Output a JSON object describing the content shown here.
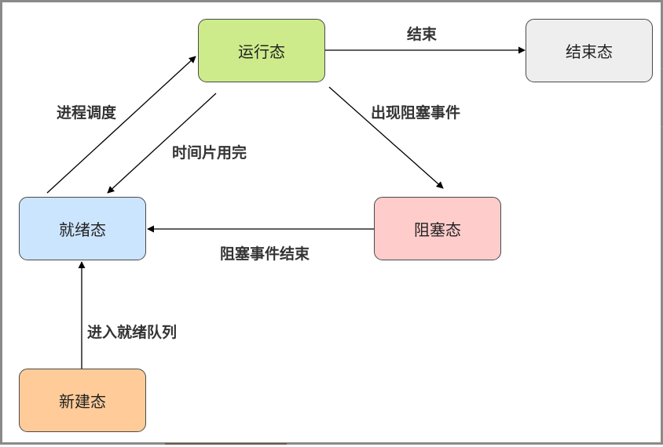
{
  "states": {
    "running": {
      "label": "运行态",
      "color": "#cdeb8b"
    },
    "terminated": {
      "label": "结束态",
      "color": "#eeeeee"
    },
    "ready": {
      "label": "就绪态",
      "color": "#cce5ff"
    },
    "blocked": {
      "label": "阻塞态",
      "color": "#ffcccc"
    },
    "new": {
      "label": "新建态",
      "color": "#ffcc99"
    }
  },
  "transitions": {
    "finish": "结束",
    "dispatch": "进程调度",
    "timeout": "时间片用完",
    "block": "出现阻塞事件",
    "unblock": "阻塞事件结束",
    "admit": "进入就绪队列"
  }
}
